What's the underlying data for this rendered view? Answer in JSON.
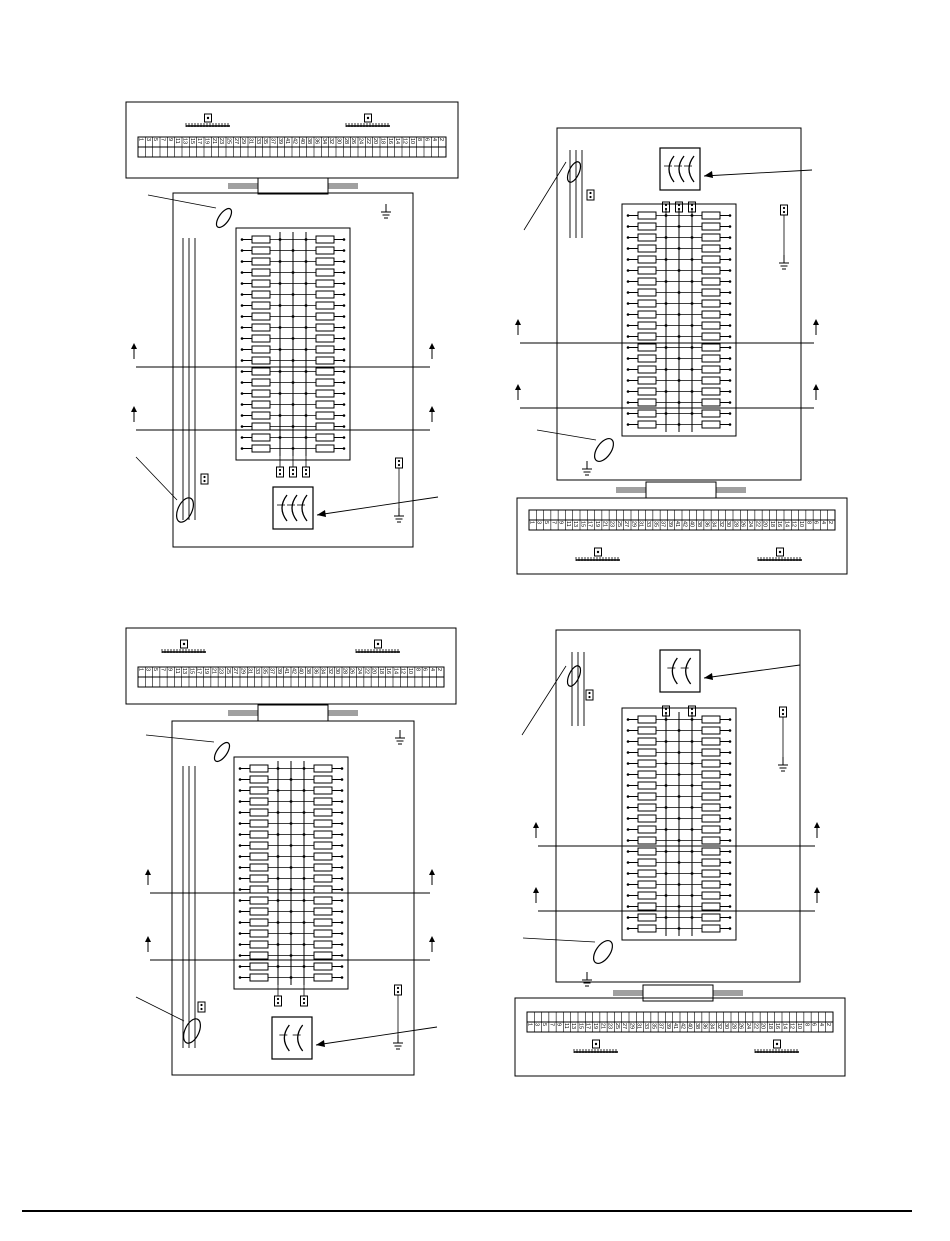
{
  "diagrams": [
    {
      "id": "top-left",
      "terminal_labels": [
        "1",
        "3",
        "5",
        "7",
        "9",
        "11",
        "13",
        "15",
        "17",
        "19",
        "21",
        "23",
        "25",
        "27",
        "29",
        "31",
        "33",
        "35",
        "37",
        "39",
        "41",
        "42",
        "40",
        "38",
        "36",
        "34",
        "32",
        "30",
        "28",
        "26",
        "24",
        "22",
        "20",
        "18",
        "16",
        "14",
        "12",
        "10",
        "8",
        "6",
        "4",
        "2"
      ],
      "breaker_rows": 20,
      "pole_count": 3
    },
    {
      "id": "top-right",
      "terminal_labels": [
        "1",
        "3",
        "5",
        "7",
        "9",
        "11",
        "13",
        "15",
        "17",
        "19",
        "21",
        "23",
        "25",
        "27",
        "29",
        "31",
        "33",
        "35",
        "37",
        "39",
        "41",
        "42",
        "40",
        "38",
        "36",
        "34",
        "32",
        "30",
        "28",
        "26",
        "24",
        "22",
        "20",
        "18",
        "16",
        "14",
        "12",
        "10",
        "8",
        "6",
        "4",
        "2"
      ],
      "breaker_rows": 20,
      "pole_count": 3
    },
    {
      "id": "bottom-left",
      "terminal_labels": [
        "1",
        "3",
        "5",
        "7",
        "9",
        "11",
        "13",
        "15",
        "17",
        "19",
        "21",
        "23",
        "25",
        "27",
        "29",
        "31",
        "33",
        "35",
        "37",
        "39",
        "41",
        "42",
        "40",
        "38",
        "36",
        "34",
        "32",
        "30",
        "28",
        "26",
        "24",
        "22",
        "20",
        "18",
        "16",
        "14",
        "12",
        "10",
        "8",
        "6",
        "4",
        "2"
      ],
      "breaker_rows": 20,
      "pole_count": 2
    },
    {
      "id": "bottom-right",
      "terminal_labels": [
        "1",
        "3",
        "5",
        "7",
        "9",
        "11",
        "13",
        "15",
        "17",
        "19",
        "21",
        "23",
        "25",
        "27",
        "29",
        "31",
        "33",
        "35",
        "37",
        "39",
        "41",
        "42",
        "40",
        "38",
        "36",
        "34",
        "32",
        "30",
        "28",
        "26",
        "24",
        "22",
        "20",
        "18",
        "16",
        "14",
        "12",
        "10",
        "8",
        "6",
        "4",
        "2"
      ],
      "breaker_rows": 20,
      "pole_count": 2
    }
  ]
}
